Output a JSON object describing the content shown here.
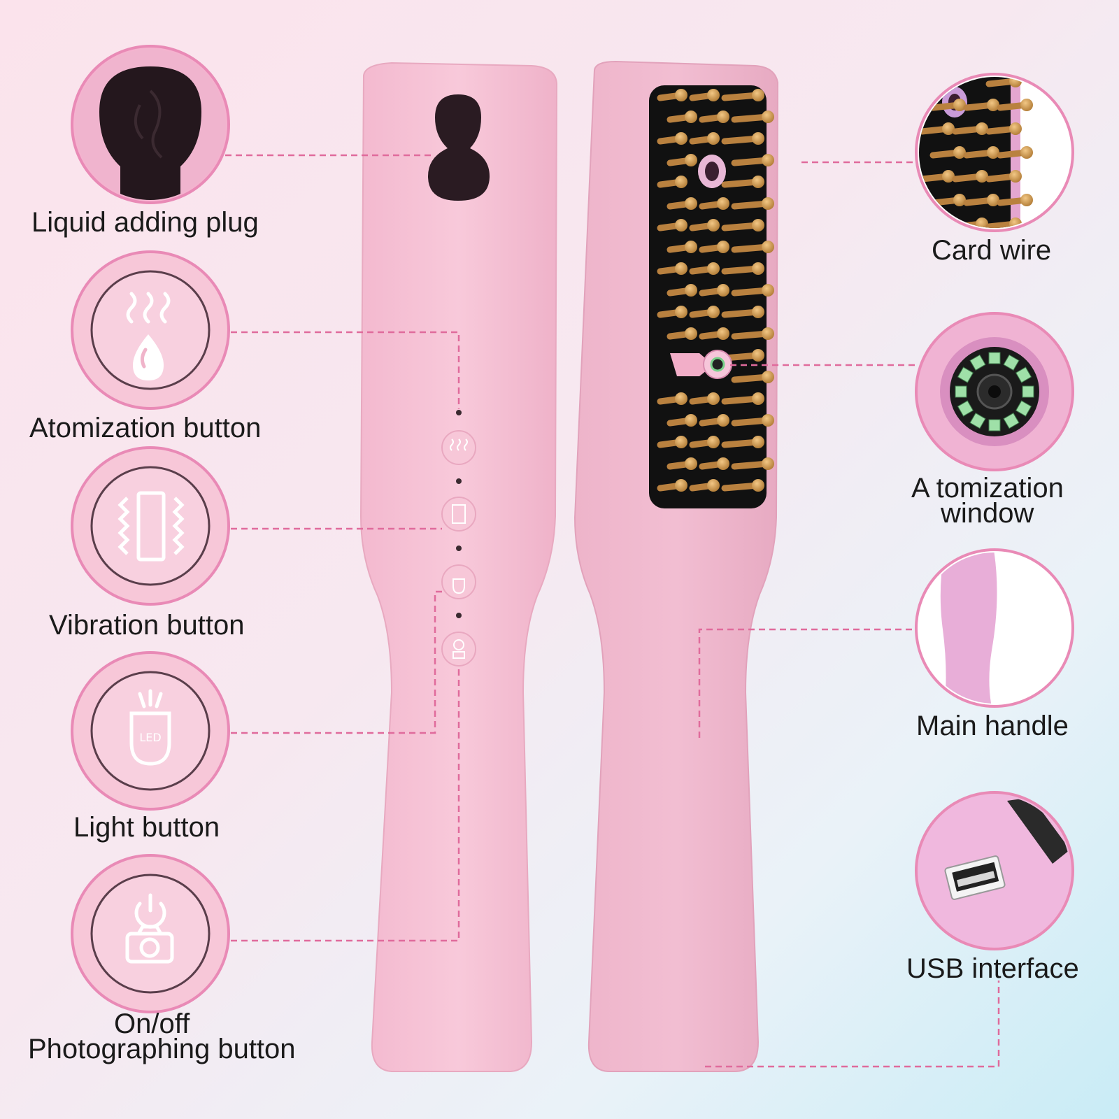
{
  "colors": {
    "brand_pink": "#f6c2d6",
    "accent_line": "#e06b9c",
    "bristle": "#c9904a",
    "bristle_base": "#111111"
  },
  "callouts_left": [
    {
      "label": "Liquid adding plug",
      "icon": "liquid-plug-icon"
    },
    {
      "label": "Atomization button",
      "icon": "steam-icon"
    },
    {
      "label": "Vibration button",
      "icon": "vibration-icon"
    },
    {
      "label": "Light button",
      "icon": "led-light-icon"
    },
    {
      "label": "On/off",
      "label_line2": "Photographing button",
      "icon": "power-camera-icon"
    }
  ],
  "callouts_right": [
    {
      "label": "Card wire",
      "icon": "card-wire-icon"
    },
    {
      "label": "A tomization",
      "label_line2": "window",
      "icon": "camera-lens-icon"
    },
    {
      "label": "Main handle",
      "icon": "handle-icon"
    },
    {
      "label": "USB interface",
      "icon": "usb-icon"
    }
  ]
}
